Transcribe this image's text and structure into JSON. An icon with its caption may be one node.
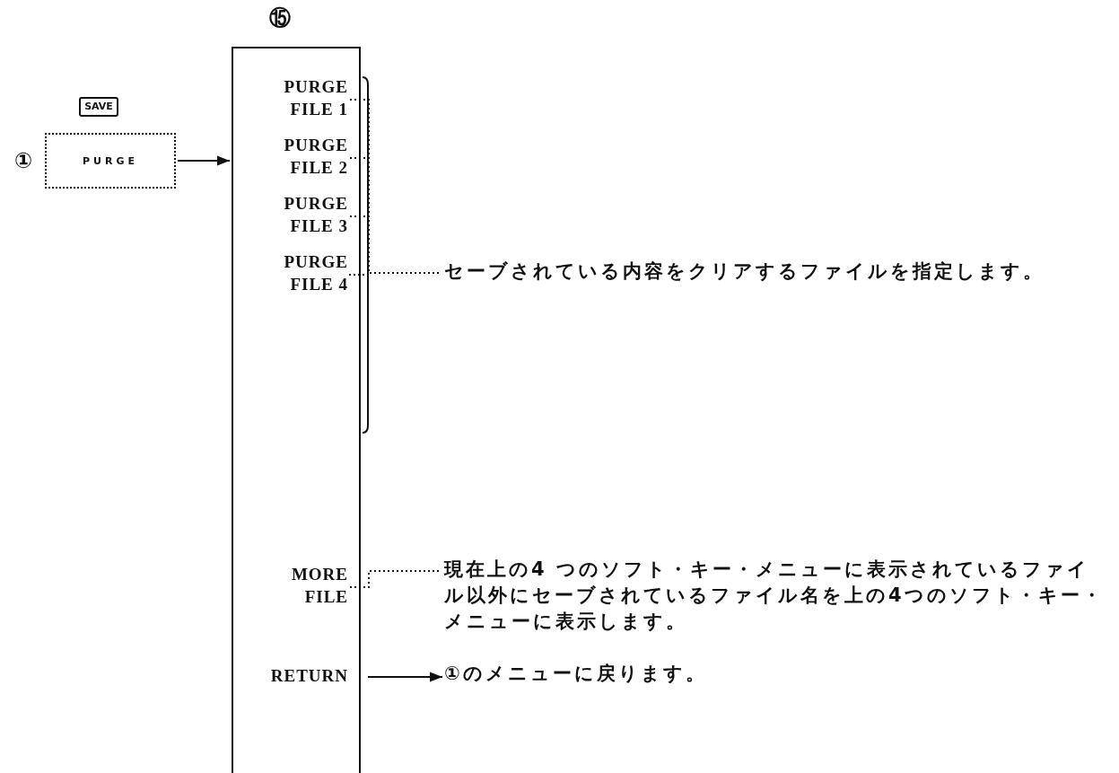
{
  "diagram": {
    "nodes": [
      {
        "text": [
          "PURGE"
        ],
        "beside": [
          "①"
        ]
      },
      {
        "text": [
          "SAVE"
        ]
      },
      {
        "text": [
          "⑮"
        ]
      },
      {
        "text": [
          "PURGE FILE 1"
        ],
        "in": 2
      },
      {
        "text": [
          "PURGE FILE 2"
        ],
        "in": 2
      },
      {
        "text": [
          "PURGE FILE 3"
        ],
        "in": 2
      },
      {
        "text": [
          "PURGE FILE 4"
        ],
        "in": 2
      },
      {
        "text": [
          "MORE FILE"
        ],
        "in": 2
      },
      {
        "text": [
          "RETURN"
        ],
        "in": 2
      },
      {
        "text": [
          "セーブされている内容をクリアするファイルを指定します。"
        ]
      },
      {
        "text": [
          "現在上の4 つのソフト・キー・メニューに表示されているファイル以外にセーブされているファイル名を上の4つのソフト・キー・メニューに表示します。"
        ]
      },
      {
        "text": [
          "①のメニューに戻ります。"
        ]
      }
    ],
    "edges": [
      {
        "from": 0,
        "to": 2,
        "arrow": "to"
      },
      {
        "from": 9,
        "to": 3,
        "arrow": "none",
        "style": "dashed"
      },
      {
        "from": 9,
        "to": 4,
        "arrow": "none",
        "style": "dashed"
      },
      {
        "from": 9,
        "to": 5,
        "arrow": "none",
        "style": "dashed"
      },
      {
        "from": 9,
        "to": 6,
        "arrow": "none",
        "style": "dashed"
      },
      {
        "from": 10,
        "to": 7,
        "arrow": "none",
        "style": "dashed"
      },
      {
        "from": 8,
        "to": 11,
        "arrow": "to"
      }
    ]
  }
}
